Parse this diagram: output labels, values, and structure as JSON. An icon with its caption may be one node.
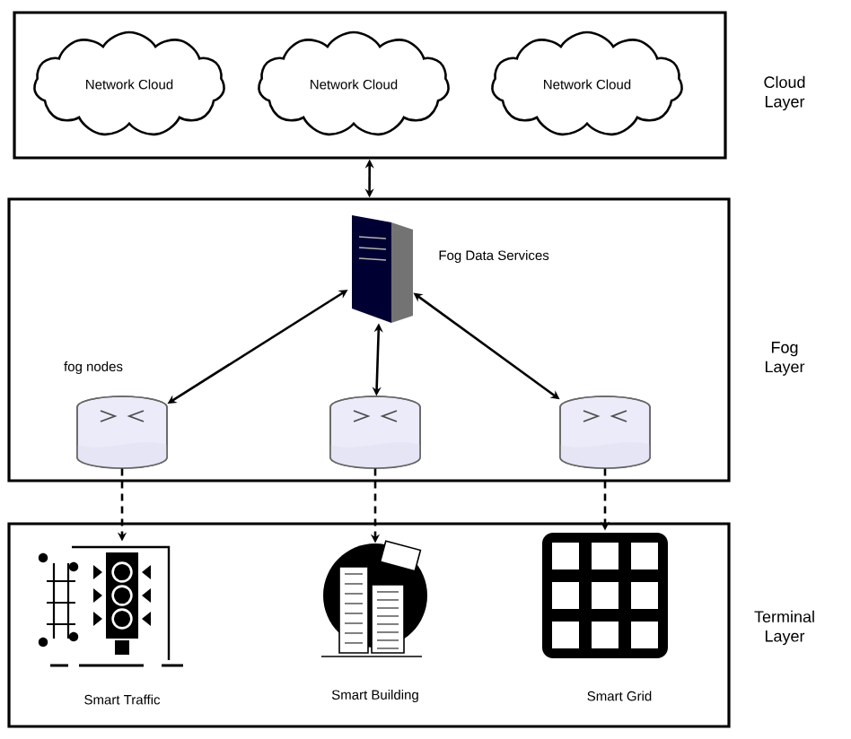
{
  "diagram": {
    "nodes": [
      {
        "text": [
          "Cloud Layer"
        ]
      },
      {
        "text": [
          "Network Cloud"
        ],
        "in": 0
      },
      {
        "text": [
          "Network Cloud"
        ],
        "in": 0
      },
      {
        "text": [
          "Network Cloud"
        ],
        "in": 0
      },
      {
        "text": [
          "Fog Layer"
        ]
      },
      {
        "text": [],
        "shape": "server",
        "in": 4,
        "beside": [
          "Fog Data Services"
        ]
      },
      {
        "text": [],
        "shape": "cylinder",
        "in": 4,
        "beside": [
          "fog nodes"
        ]
      },
      {
        "text": [],
        "shape": "cylinder",
        "in": 4
      },
      {
        "text": [],
        "shape": "cylinder",
        "in": 4
      },
      {
        "text": [
          "Terminal Layer"
        ]
      },
      {
        "text": [],
        "shape": "picture",
        "in": 9,
        "beside": [
          "Smart Traffic"
        ]
      },
      {
        "text": [],
        "shape": "picture",
        "in": 9,
        "beside": [
          "Smart Building"
        ]
      },
      {
        "text": [],
        "shape": "picture",
        "in": 9,
        "beside": [
          "Smart Grid"
        ]
      }
    ],
    "edges": [
      {
        "from": 0,
        "to": 4,
        "arrow": "both"
      },
      {
        "from": 5,
        "to": 6,
        "arrow": "both"
      },
      {
        "from": 5,
        "to": 7,
        "arrow": "both"
      },
      {
        "from": 5,
        "to": 8,
        "arrow": "both"
      },
      {
        "from": 6,
        "to": 10,
        "arrow": "to",
        "style": "dashed"
      },
      {
        "from": 7,
        "to": 11,
        "arrow": "to",
        "style": "dashed"
      },
      {
        "from": 8,
        "to": 12,
        "arrow": "to",
        "style": "dashed"
      }
    ]
  }
}
